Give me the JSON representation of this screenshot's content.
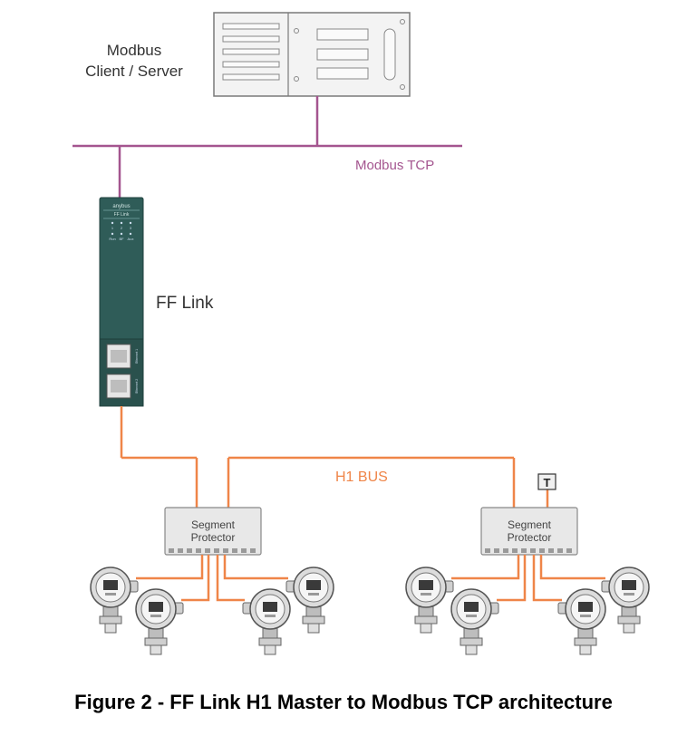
{
  "server": {
    "label_line1": "Modbus",
    "label_line2": "Client / Server"
  },
  "bus_top": {
    "label": "Modbus TCP"
  },
  "gateway": {
    "label": "FF Link",
    "brand": "anybus",
    "model": "FF Link",
    "leds_top": [
      "1",
      "2",
      "3"
    ],
    "leds_bottom": [
      "Run",
      "BF",
      "Aux"
    ],
    "port1": "Ethernet 1",
    "port2": "Ethernet 2"
  },
  "h1_bus": {
    "label": "H1 BUS"
  },
  "segment_left": {
    "line1": "Segment",
    "line2": "Protector"
  },
  "segment_right": {
    "line1": "Segment",
    "line2": "Protector"
  },
  "terminator": {
    "label": "T"
  },
  "caption": "Figure 2 - FF Link H1 Master to Modbus TCP architecture",
  "colors": {
    "modbus_line": "#a4558f",
    "h1_line": "#ef8548",
    "gateway_body": "#2f5c58",
    "server_fill": "#f2f2f2",
    "segment_fill": "#e8e8e8"
  }
}
